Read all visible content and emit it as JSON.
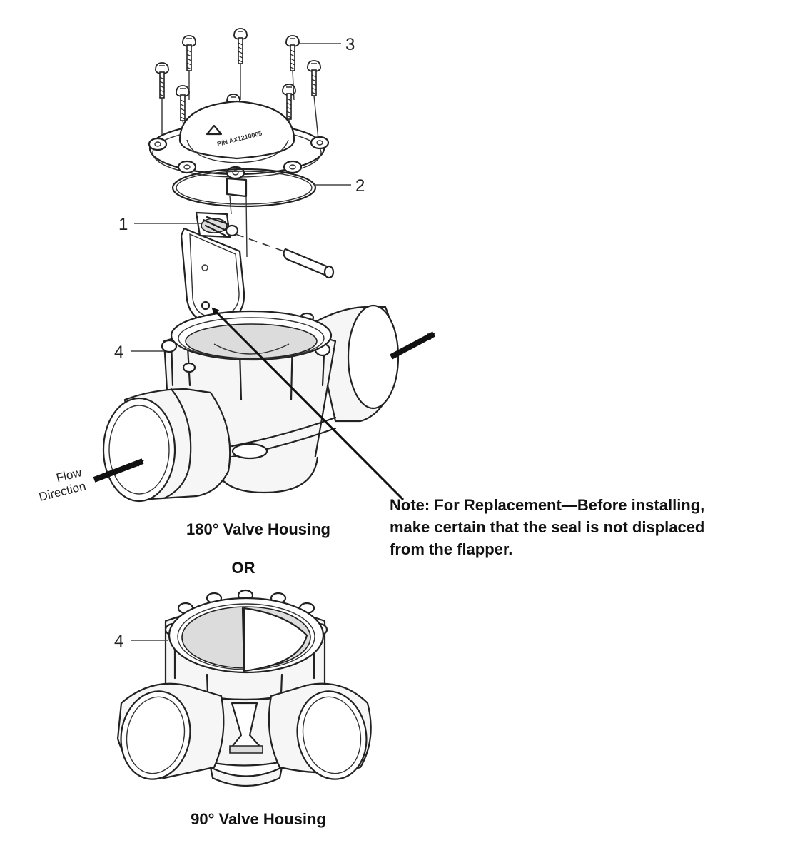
{
  "callouts": {
    "p1": "1",
    "p2": "2",
    "p3": "3",
    "p4_top": "4",
    "p4_bottom": "4"
  },
  "lid": {
    "part_text": "P/N AX1210005"
  },
  "flow": {
    "line1": "Flow",
    "line2": "Direction"
  },
  "captions": {
    "housing_180": "180° Valve Housing",
    "or": "OR",
    "housing_90": "90° Valve Housing"
  },
  "note": {
    "line1": "Note: For Replacement—Before installing,",
    "line2": "make certain that the seal is not displaced",
    "line3": "from the flapper."
  }
}
